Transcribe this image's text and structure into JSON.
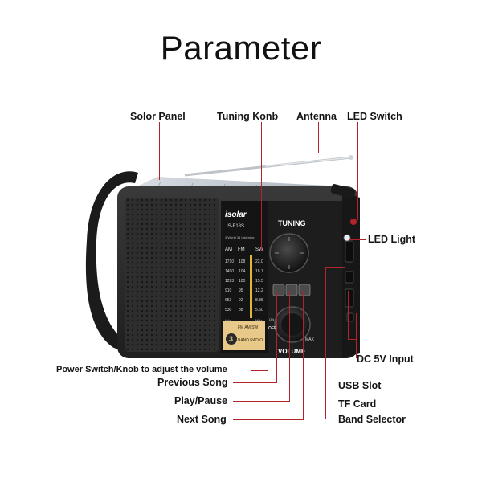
{
  "title": "Parameter",
  "labels": {
    "solar_panel": "Solor Panel",
    "tuning_knob": "Tuning Konb",
    "antenna": "Antenna",
    "led_switch": "LED Switch",
    "led_light": "LED Light",
    "power_volume": "Power Switch/Knob to adjust the volume",
    "previous_song": "Previous Song",
    "play_pause": "Play/Pause",
    "next_song": "Next Song",
    "dc_input": "DC 5V Input",
    "usb_slot": "USB Slot",
    "tf_card": "TF Card",
    "band_selector": "Band Selector"
  },
  "radio": {
    "brand": "isolar",
    "model": "IS-F18S",
    "tagline": "3 World 3d Listening",
    "tuning_label": "TUNING",
    "volume_label": "VOLUME",
    "band_am": "AM",
    "band_fm": "FM",
    "band_sw": "SW",
    "am_ticks": [
      "1710",
      "1490",
      "1223",
      "910",
      "653",
      "530"
    ],
    "fm_ticks": [
      "108",
      "104",
      "100",
      "95",
      "92",
      "88"
    ],
    "sw_ticks": [
      "22.0",
      "18.7",
      "15.5",
      "12.2",
      "8.88",
      "5.60"
    ],
    "unit_khz": "kHz",
    "unit_mhz": "MHz",
    "badge_line1": "FM AM SW",
    "badge_number": "3",
    "badge_line2": "BAND RADIO",
    "power_on": "ON",
    "power_off": "OFF",
    "vol_max": "MAX"
  },
  "colors": {
    "leader_line": "#b3232b",
    "body": "#2a2a2a",
    "badge": "#e8c98a"
  }
}
